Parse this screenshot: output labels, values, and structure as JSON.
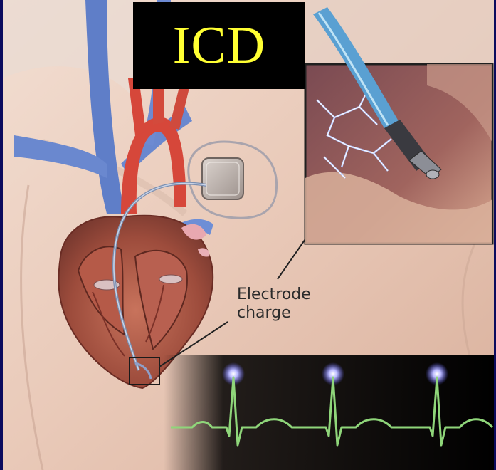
{
  "title": "ICD",
  "callout": {
    "line1": "Electrode",
    "line2": "charge"
  },
  "colors": {
    "slide_background": "#0b0b5e",
    "title_text": "#ffff33",
    "title_box": "#000000",
    "ecg_trace": "#8fd67a"
  },
  "icons": [
    "icd-device-icon",
    "electrode-lead-icon",
    "heart-icon",
    "ecg-trace-icon"
  ]
}
